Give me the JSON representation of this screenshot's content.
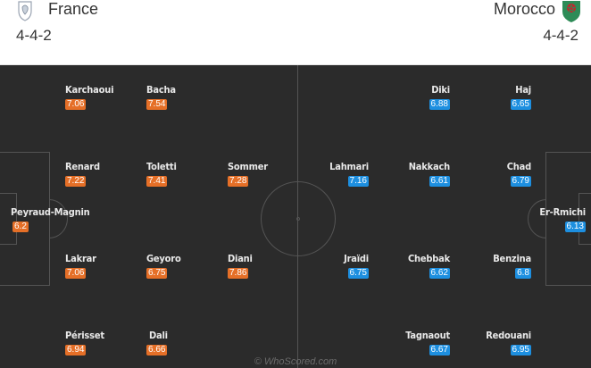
{
  "home": {
    "name": "France",
    "formation": "4-4-2",
    "crest_icon": "rooster-crest-icon",
    "players": [
      {
        "name": "Karchaoui",
        "rating": "7.06"
      },
      {
        "name": "Bacha",
        "rating": "7.54"
      },
      {
        "name": "Renard",
        "rating": "7.22"
      },
      {
        "name": "Toletti",
        "rating": "7.41"
      },
      {
        "name": "Sommer",
        "rating": "7.28"
      },
      {
        "name": "Peyraud-Magnin",
        "rating": "6.2"
      },
      {
        "name": "Lakrar",
        "rating": "7.06"
      },
      {
        "name": "Geyoro",
        "rating": "6.75"
      },
      {
        "name": "Diani",
        "rating": "7.86"
      },
      {
        "name": "Périsset",
        "rating": "6.94"
      },
      {
        "name": "Dali",
        "rating": "6.66"
      }
    ]
  },
  "away": {
    "name": "Morocco",
    "formation": "4-4-2",
    "crest_icon": "morocco-crest-icon",
    "players": [
      {
        "name": "Diki",
        "rating": "6.88"
      },
      {
        "name": "Haj",
        "rating": "6.65"
      },
      {
        "name": "Lahmari",
        "rating": "7.16"
      },
      {
        "name": "Nakkach",
        "rating": "6.61"
      },
      {
        "name": "Chad",
        "rating": "6.79"
      },
      {
        "name": "Er-Rmichi",
        "rating": "6.13"
      },
      {
        "name": "Jraïdi",
        "rating": "6.75"
      },
      {
        "name": "Chebbak",
        "rating": "6.62"
      },
      {
        "name": "Benzina",
        "rating": "6.8"
      },
      {
        "name": "Tagnaout",
        "rating": "6.67"
      },
      {
        "name": "Redouani",
        "rating": "6.95"
      }
    ]
  },
  "colors": {
    "home_rating": "#e56f27",
    "away_rating": "#1d8fe0",
    "pitch": "#2b2b2b"
  },
  "watermark": "© WhoScored.com"
}
